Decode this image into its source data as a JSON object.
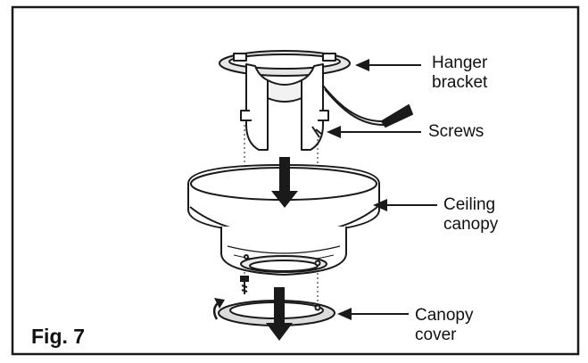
{
  "figure": {
    "fig_label": "Fig. 7",
    "labels": {
      "hanger_bracket": "Hanger\nbracket",
      "screws": "Screws",
      "ceiling_canopy": "Ceiling\ncanopy",
      "canopy_cover": "Canopy\ncover"
    },
    "icons": {
      "down_arrow": "down-arrow-icon",
      "rotate": "rotate-arrow-icon",
      "pointer": "left-pointer-arrow-icon"
    },
    "colors": {
      "ink": "#1a1a1a",
      "paper": "#ffffff",
      "shade": "#dcdcdc"
    }
  }
}
